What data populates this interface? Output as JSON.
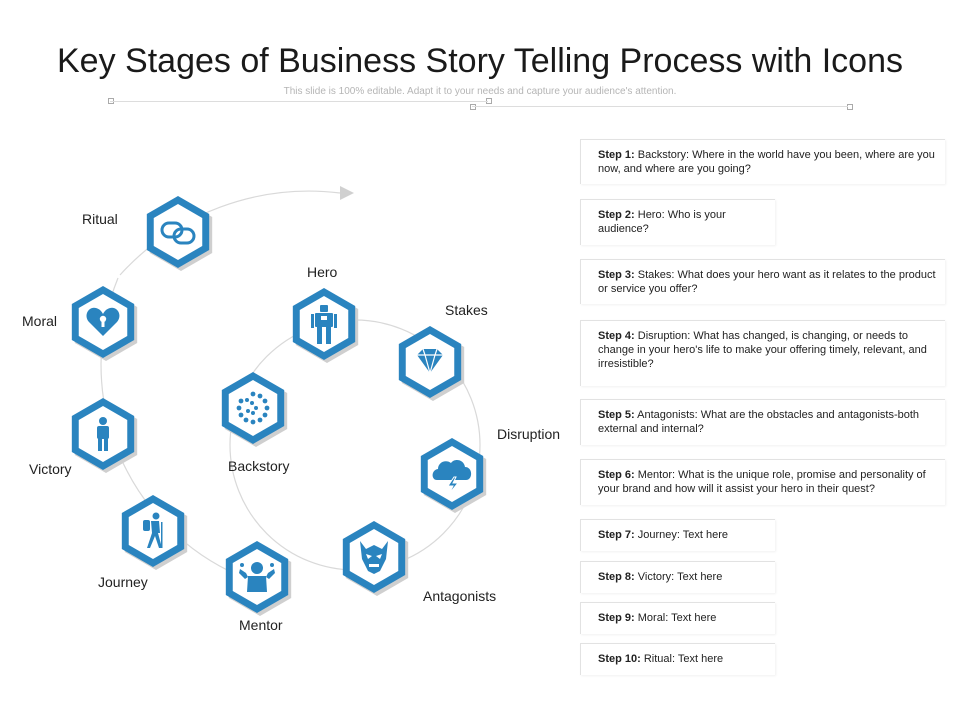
{
  "title": "Key Stages of Business Story Telling Process with Icons",
  "subtitle": "This slide is 100% editable. Adapt it to your needs and capture your audience's attention.",
  "colors": {
    "hex_outer": "#2a84bf",
    "hex_inner": "#ffffff",
    "icon": "#2a84bf",
    "arc": "#d9d9d9"
  },
  "stages": {
    "ritual": {
      "label": "Ritual",
      "icon": "links-icon"
    },
    "moral": {
      "label": "Moral",
      "icon": "heart-lock-icon"
    },
    "victory": {
      "label": "Victory",
      "icon": "person-icon"
    },
    "journey": {
      "label": "Journey",
      "icon": "hiker-icon"
    },
    "mentor": {
      "label": "Mentor",
      "icon": "mentor-icon"
    },
    "antagonists": {
      "label": "Antagonists",
      "icon": "villain-mask-icon"
    },
    "disruption": {
      "label": "Disruption",
      "icon": "storm-cloud-icon"
    },
    "stakes": {
      "label": "Stakes",
      "icon": "diamond-icon"
    },
    "hero": {
      "label": "Hero",
      "icon": "robot-hero-icon"
    },
    "backstory": {
      "label": "Backstory",
      "icon": "spiral-dots-icon"
    }
  },
  "steps": [
    {
      "num": "Step 1:",
      "text": "Backstory: Where in the world have you been, where are you now, and where are you going?"
    },
    {
      "num": "Step 2:",
      "text": "Hero: Who is your audience?"
    },
    {
      "num": "Step 3:",
      "text": "Stakes: What does your hero want as it relates to the product or service you offer?"
    },
    {
      "num": "Step 4:",
      "text": "Disruption: What has changed, is changing, or needs to change in your hero's life to make your offering timely, relevant, and irresistible?"
    },
    {
      "num": "Step 5:",
      "text": "Antagonists: What are the obstacles and antagonists-both external and internal?"
    },
    {
      "num": "Step 6:",
      "text": "Mentor: What is the unique role, promise and personality of your brand and how will it assist your hero in their quest?"
    },
    {
      "num": "Step 7:",
      "text": "Journey: Text here"
    },
    {
      "num": "Step 8:",
      "text": "Victory: Text here"
    },
    {
      "num": "Step 9:",
      "text": "Moral: Text here"
    },
    {
      "num": "Step 10:",
      "text": "Ritual: Text here"
    }
  ]
}
